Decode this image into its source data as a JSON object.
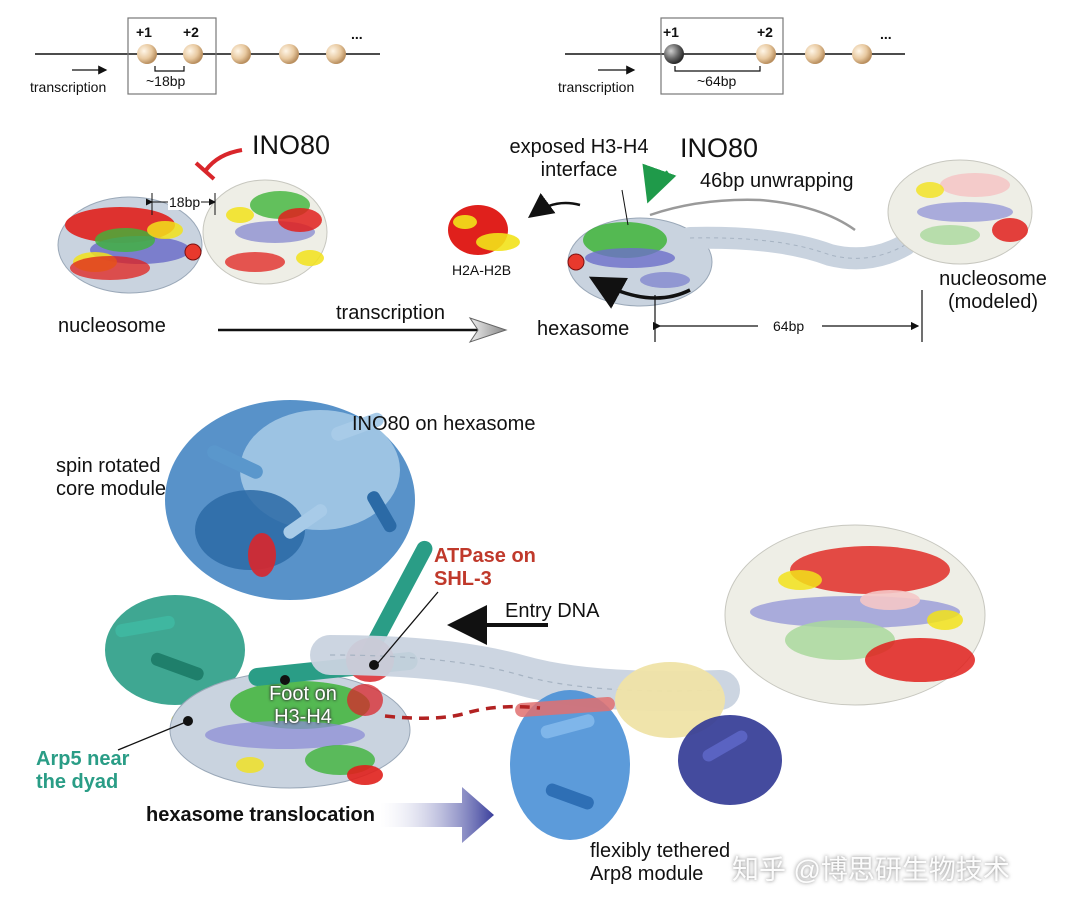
{
  "top_left_schematic": {
    "plus1": "+1",
    "plus2": "+2",
    "ellipsis": "...",
    "spacing": "~18bp",
    "transcription": "transcription"
  },
  "top_right_schematic": {
    "plus1": "+1",
    "plus2": "+2",
    "ellipsis": "...",
    "spacing": "~64bp",
    "transcription": "transcription"
  },
  "middle_panel": {
    "ino80_left": "INO80",
    "ino80_right": "INO80",
    "spacing_left": "18bp",
    "nucleosome": "nucleosome",
    "transcription": "transcription",
    "h2a_h2b": "H2A-H2B",
    "exposed_interface": "exposed H3-H4\ninterface",
    "unwrapping": "46bp unwrapping",
    "hexasome": "hexasome",
    "spacing_right": "64bp",
    "nucleosome_modeled": "nucleosome\n(modeled)"
  },
  "bottom_panel": {
    "title": "INO80 on hexasome",
    "core_module": "spin rotated\ncore module",
    "atpase": "ATPase on\nSHL-3",
    "entry_dna": "Entry DNA",
    "foot": "Foot on\nH3-H4",
    "arp5": "Arp5 near\nthe dyad",
    "translocation": "hexasome translocation",
    "arp8": "flexibly tethered\nArp8 module"
  },
  "watermark": "知乎 @博思研生物技术",
  "colors": {
    "nucleosome_bead": "#e8c9a0",
    "dark_bead": "#555555",
    "h2a": "#e0201c",
    "h2b": "#f2e21a",
    "h3": "#6d6fc9",
    "h4": "#3fb43a",
    "dna": "#c9d3df",
    "ino80_blue": "#3b7fbf",
    "ino80_light": "#a8cbe8",
    "arp5_teal": "#2a9d86",
    "arp8_navy": "#343c96",
    "arp8_cream": "#efe3a6",
    "inhibit_red": "#d9262b",
    "activate_green": "#1f9a4a"
  }
}
